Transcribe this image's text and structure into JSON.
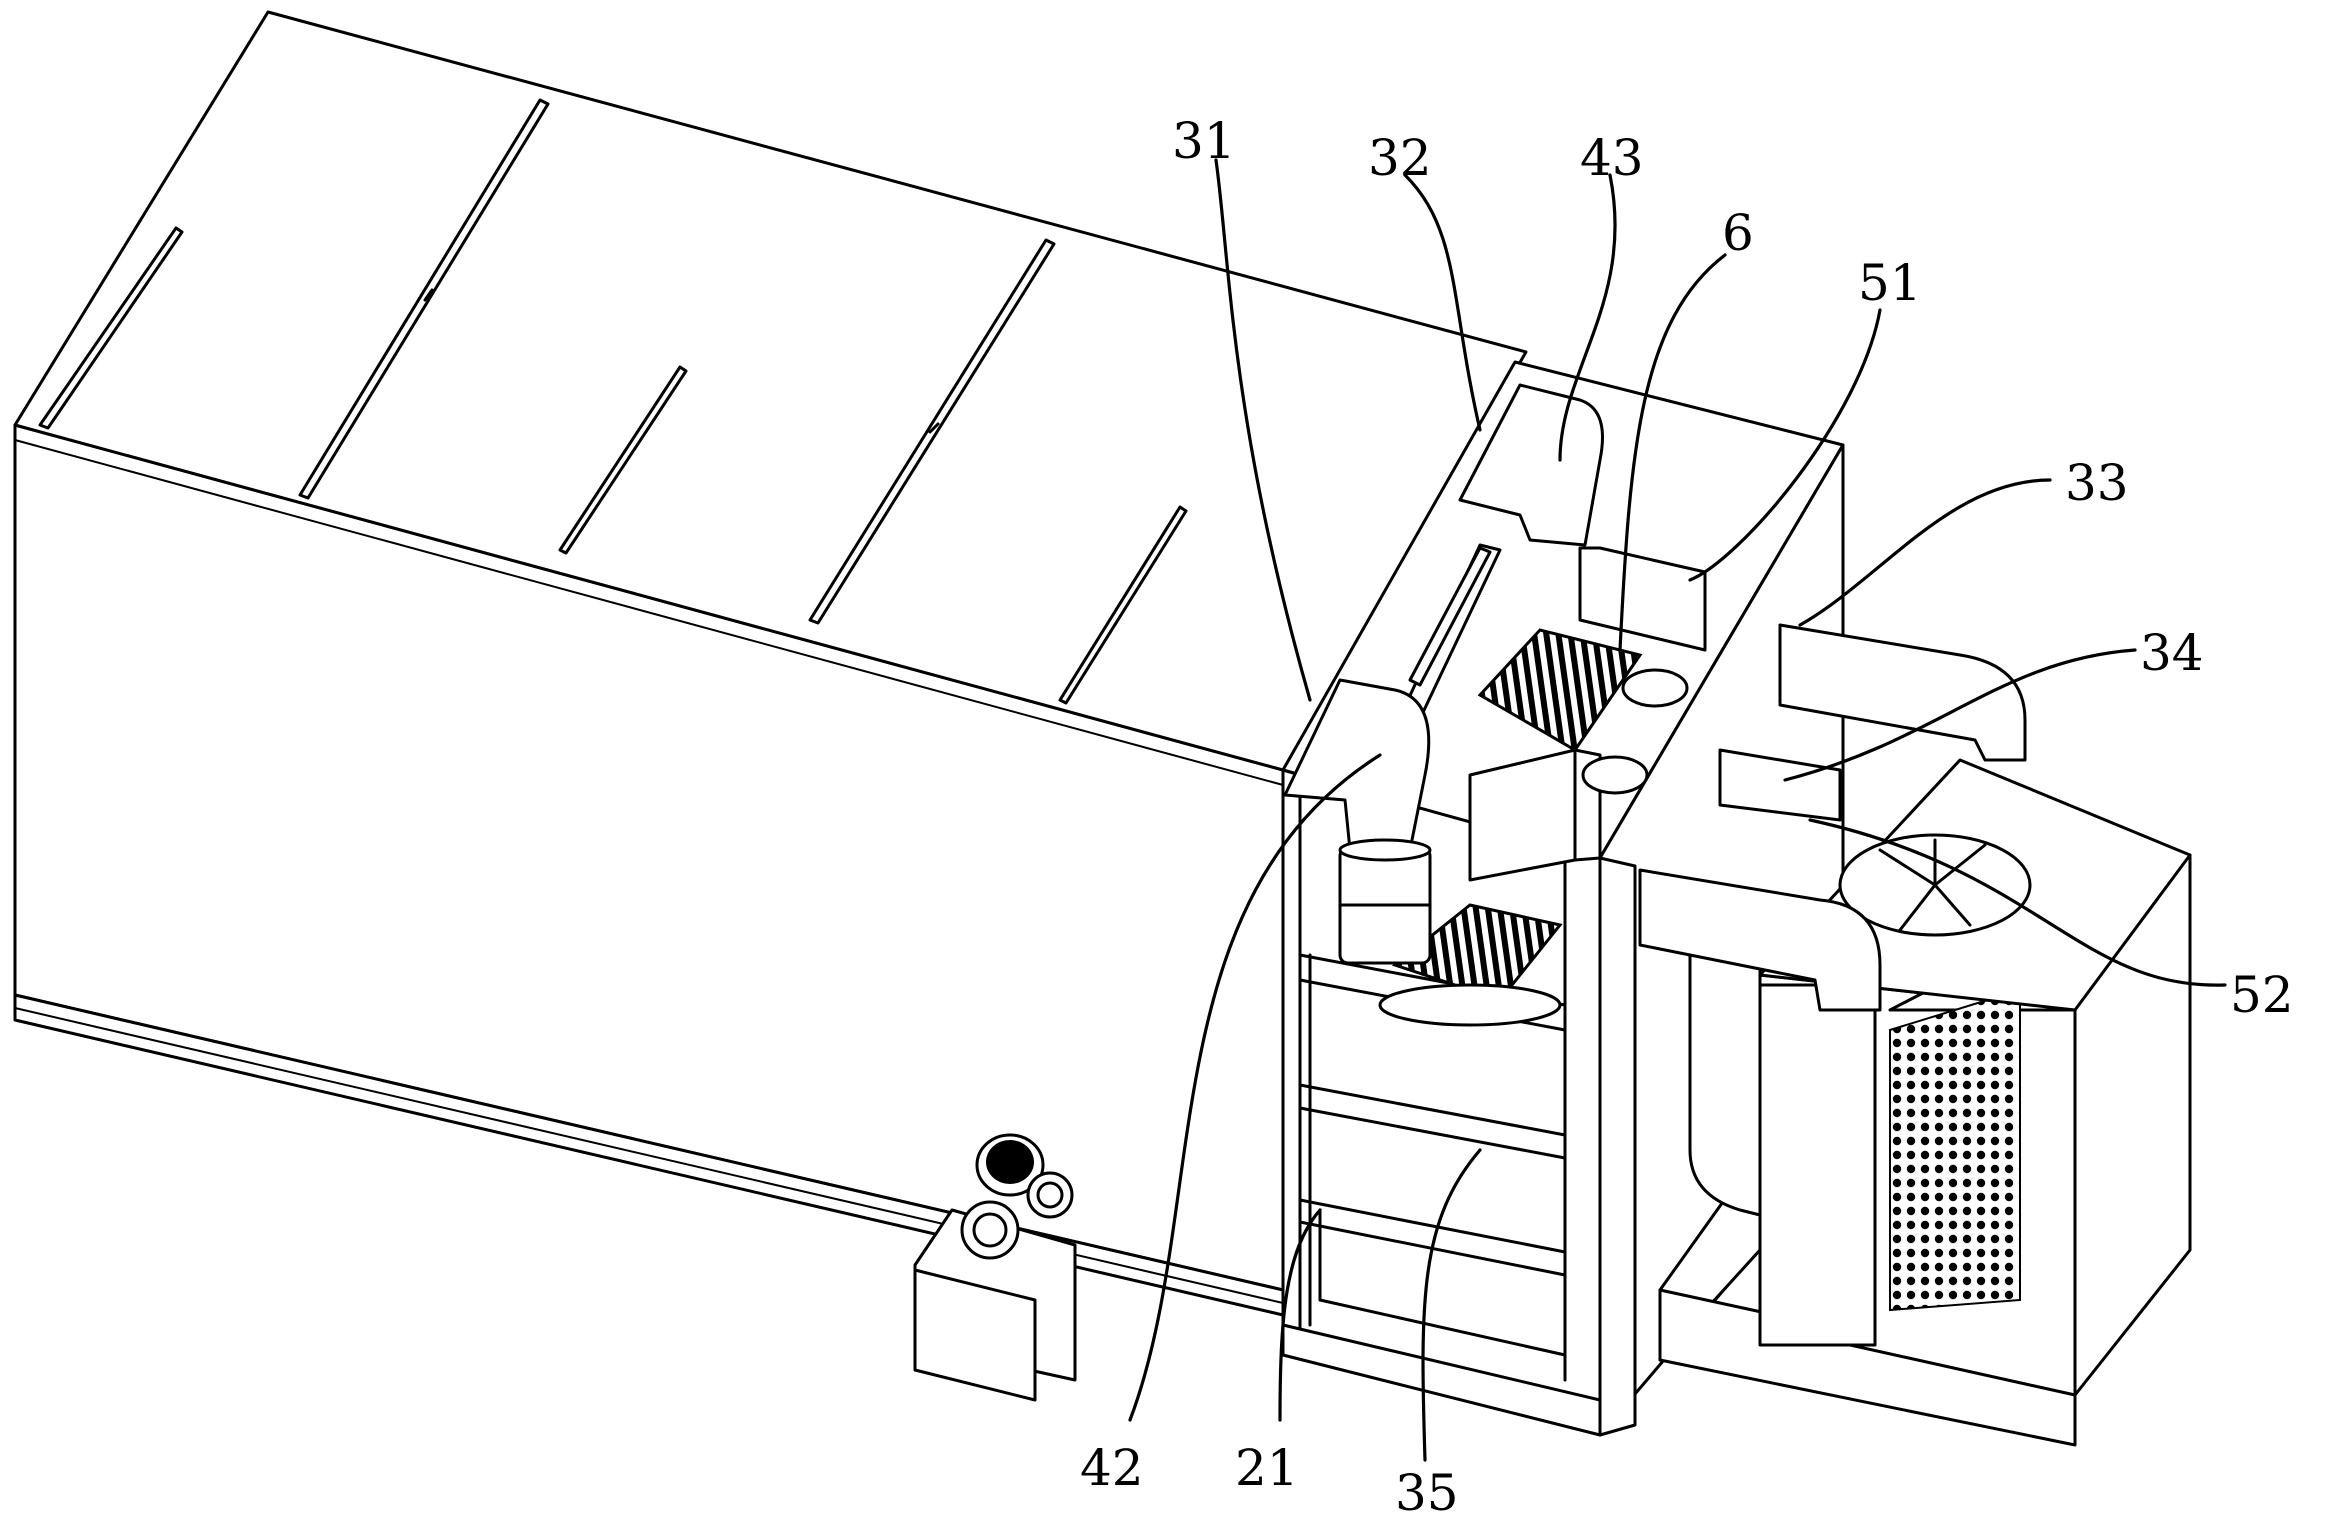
{
  "figure": {
    "callouts": [
      {
        "id": "c31",
        "label": "31"
      },
      {
        "id": "c32",
        "label": "32"
      },
      {
        "id": "c43",
        "label": "43"
      },
      {
        "id": "c6",
        "label": "6"
      },
      {
        "id": "c51",
        "label": "51"
      },
      {
        "id": "c33",
        "label": "33"
      },
      {
        "id": "c34",
        "label": "34"
      },
      {
        "id": "c52",
        "label": "52"
      },
      {
        "id": "c42",
        "label": "42"
      },
      {
        "id": "c21",
        "label": "21"
      },
      {
        "id": "c35",
        "label": "35"
      }
    ]
  }
}
